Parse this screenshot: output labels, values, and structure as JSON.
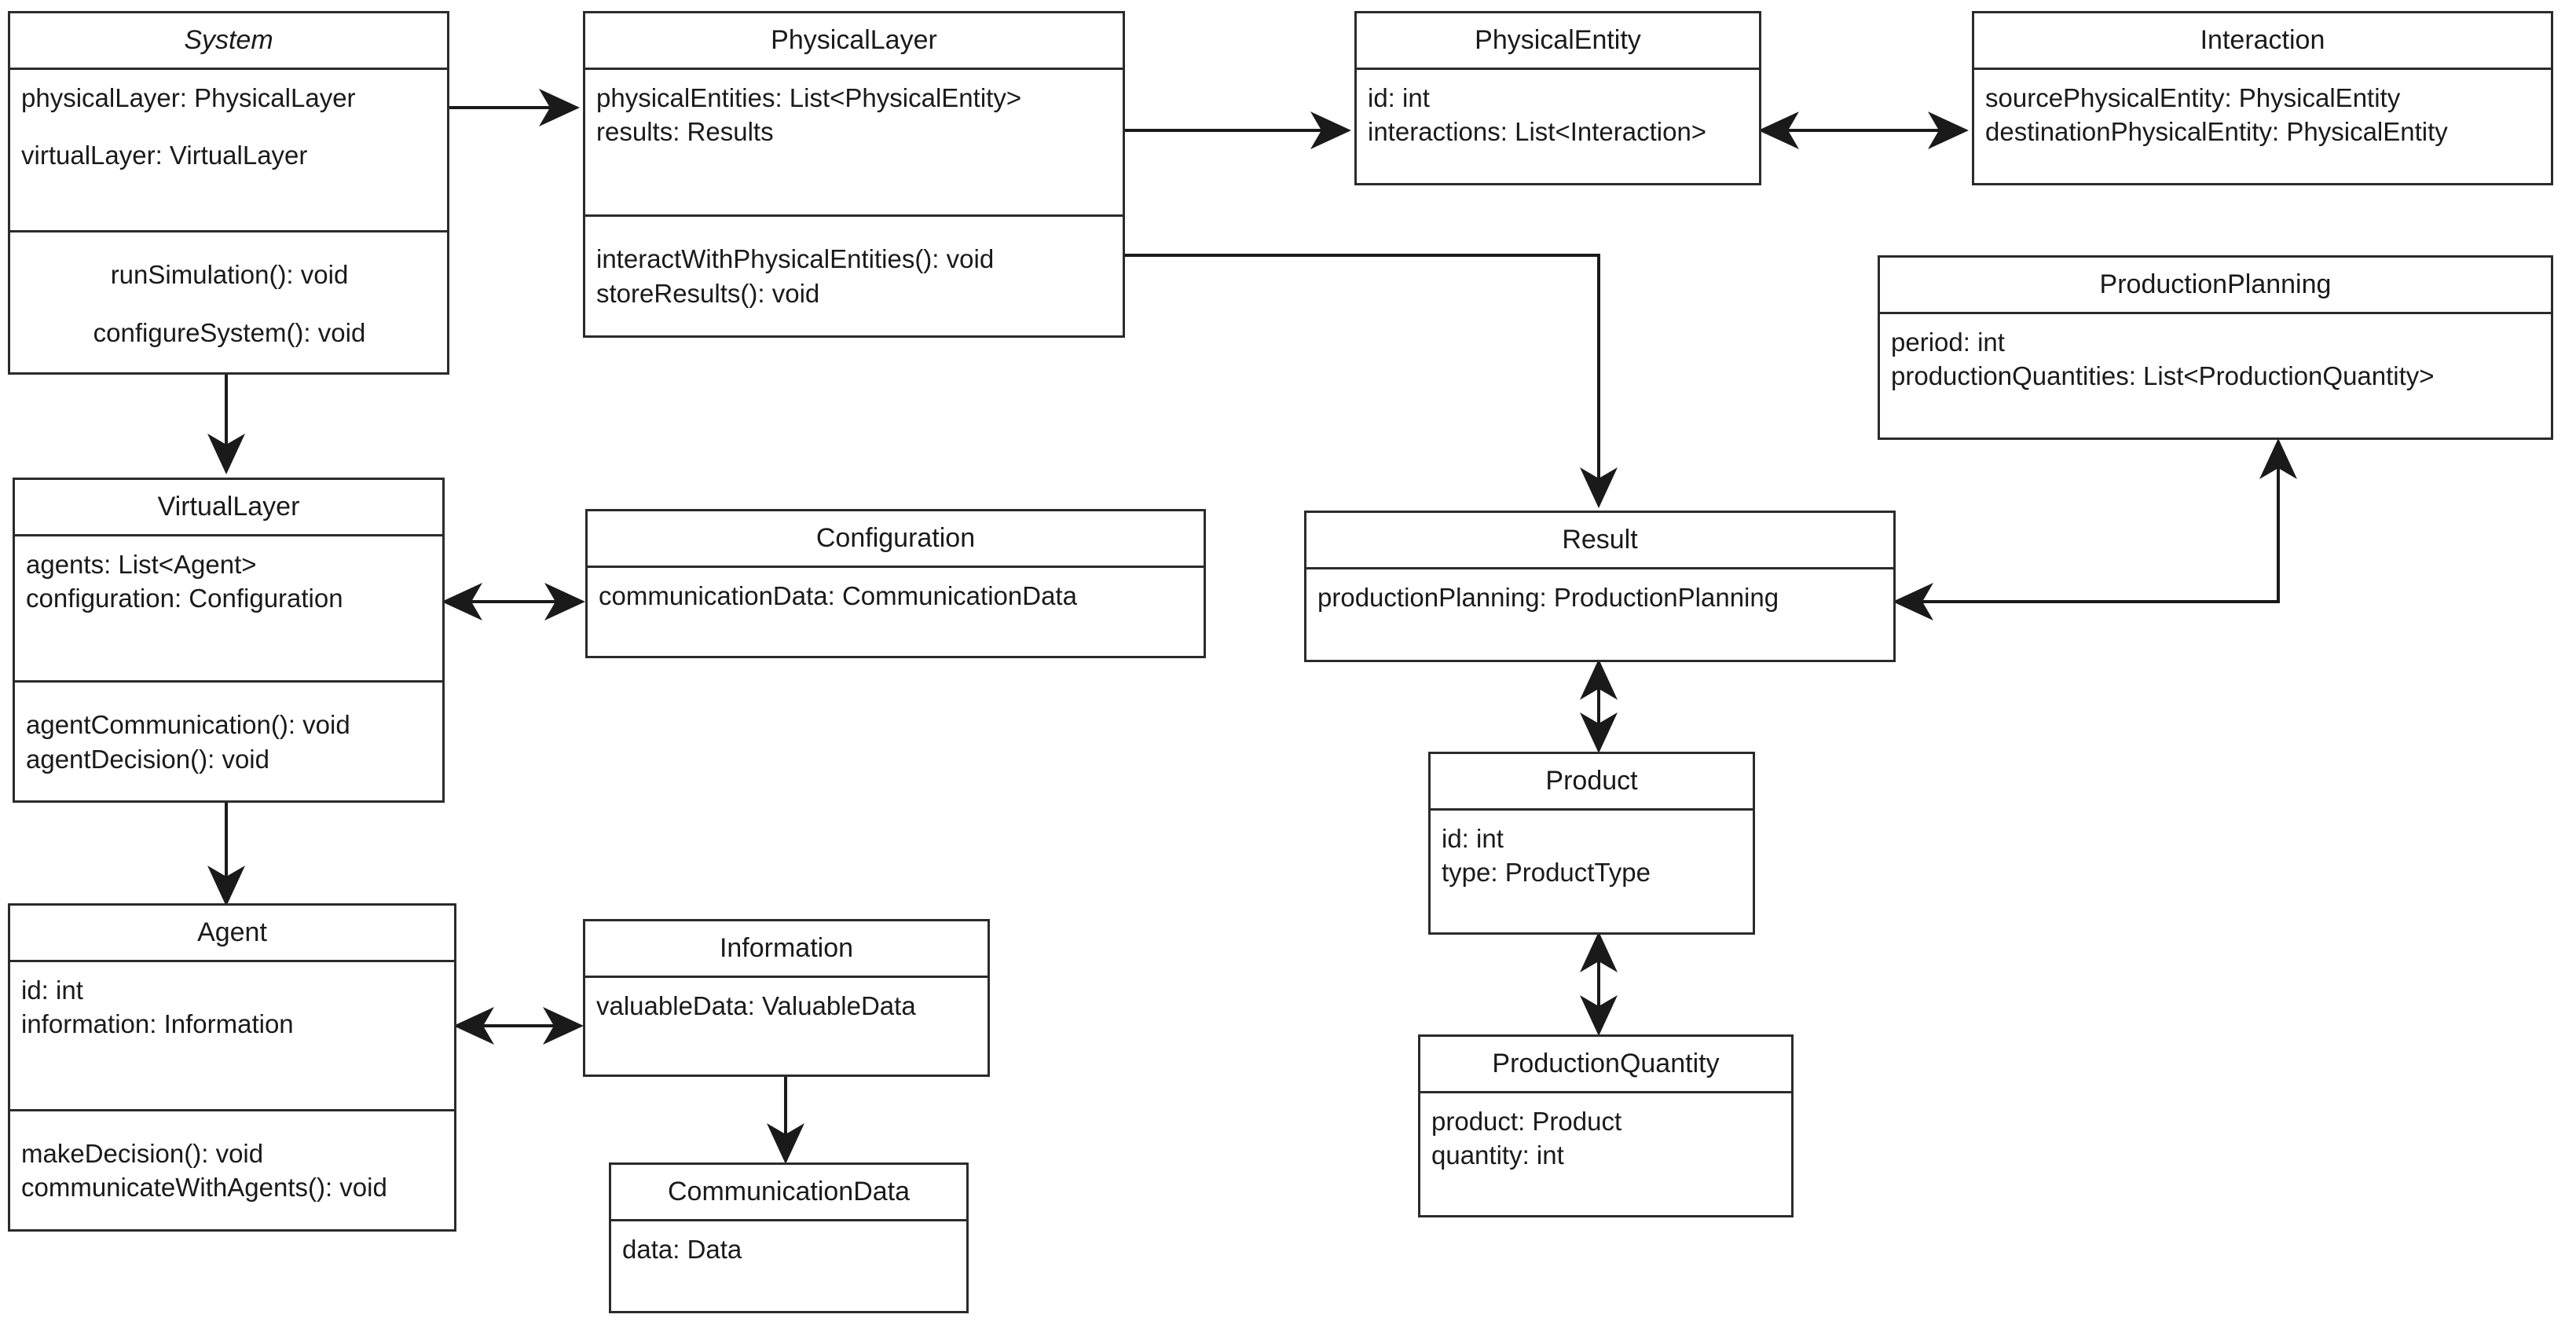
{
  "diagram": {
    "type": "uml-class-diagram",
    "line_color": "#2b2b2b",
    "text_color": "#1a1a1a",
    "background": "#ffffff"
  },
  "classes": {
    "system": {
      "name": "System",
      "italic": true,
      "attributes": [
        "physicalLayer: PhysicalLayer",
        "virtualLayer: VirtualLayer"
      ],
      "methods": [
        "runSimulation(): void",
        "configureSystem(): void"
      ]
    },
    "physicalLayer": {
      "name": "PhysicalLayer",
      "attributes": [
        "physicalEntities: List<PhysicalEntity>",
        "results: Results"
      ],
      "methods": [
        "interactWithPhysicalEntities(): void",
        "storeResults(): void"
      ]
    },
    "physicalEntity": {
      "name": "PhysicalEntity",
      "attributes": [
        "id: int",
        "interactions: List<Interaction>"
      ]
    },
    "interaction": {
      "name": "Interaction",
      "attributes": [
        "sourcePhysicalEntity: PhysicalEntity",
        "destinationPhysicalEntity: PhysicalEntity"
      ]
    },
    "productionPlanning": {
      "name": "ProductionPlanning",
      "attributes": [
        "period: int",
        "productionQuantities: List<ProductionQuantity>"
      ]
    },
    "virtualLayer": {
      "name": "VirtualLayer",
      "attributes": [
        "agents: List<Agent>",
        "configuration: Configuration"
      ],
      "methods": [
        "agentCommunication(): void",
        "agentDecision(): void"
      ]
    },
    "configuration": {
      "name": "Configuration",
      "attributes": [
        "communicationData: CommunicationData"
      ]
    },
    "result": {
      "name": "Result",
      "attributes": [
        "productionPlanning: ProductionPlanning"
      ]
    },
    "product": {
      "name": "Product",
      "attributes": [
        "id: int",
        "type: ProductType"
      ]
    },
    "agent": {
      "name": "Agent",
      "attributes": [
        "id: int",
        "information: Information"
      ],
      "methods": [
        "makeDecision(): void",
        "communicateWithAgents(): void"
      ]
    },
    "information": {
      "name": "Information",
      "attributes": [
        "valuableData: ValuableData"
      ]
    },
    "communicationData": {
      "name": "CommunicationData",
      "attributes": [
        "data: Data"
      ]
    },
    "productionQuantity": {
      "name": "ProductionQuantity",
      "attributes": [
        "product: Product",
        "quantity: int"
      ]
    }
  },
  "relations": [
    {
      "from": "System",
      "to": "PhysicalLayer",
      "arrows": "end"
    },
    {
      "from": "System",
      "to": "VirtualLayer",
      "arrows": "end"
    },
    {
      "from": "PhysicalLayer",
      "to": "PhysicalEntity",
      "arrows": "end"
    },
    {
      "from": "PhysicalEntity",
      "to": "Interaction",
      "arrows": "both"
    },
    {
      "from": "PhysicalLayer",
      "to": "Result",
      "arrows": "end"
    },
    {
      "from": "VirtualLayer",
      "to": "Configuration",
      "arrows": "both"
    },
    {
      "from": "VirtualLayer",
      "to": "Agent",
      "arrows": "end"
    },
    {
      "from": "Agent",
      "to": "Information",
      "arrows": "both"
    },
    {
      "from": "Information",
      "to": "CommunicationData",
      "arrows": "end"
    },
    {
      "from": "Result",
      "to": "Product",
      "arrows": "both"
    },
    {
      "from": "Product",
      "to": "ProductionQuantity",
      "arrows": "both"
    },
    {
      "from": "Result",
      "to": "ProductionPlanning",
      "arrows": "both"
    }
  ]
}
